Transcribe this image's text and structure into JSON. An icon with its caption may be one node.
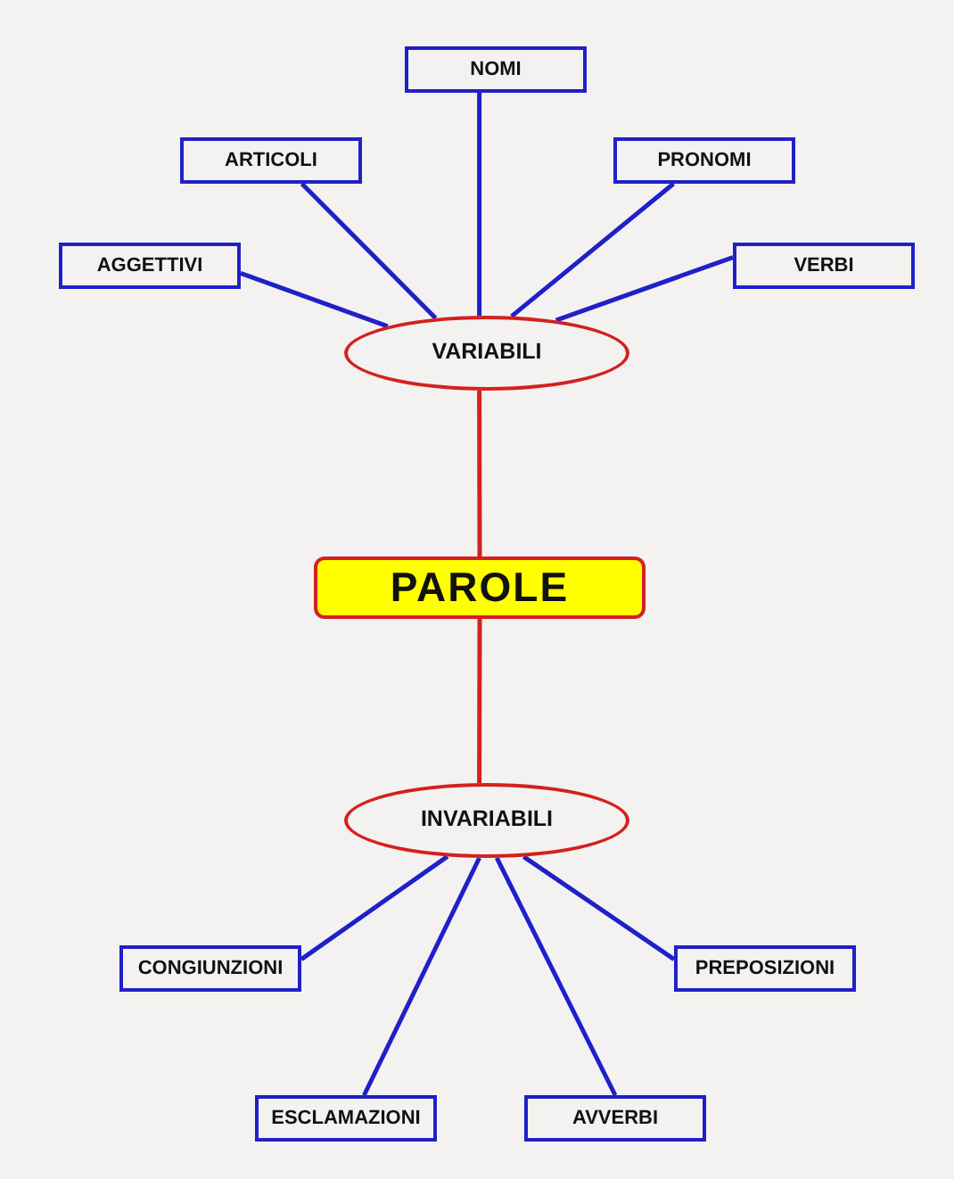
{
  "diagram": {
    "nodes": [
      {
        "text": [
          "NOMI"
        ]
      },
      {
        "text": [
          "ARTICOLI"
        ]
      },
      {
        "text": [
          "PRONOMI"
        ]
      },
      {
        "text": [
          "AGGETTIVI"
        ]
      },
      {
        "text": [
          "VERBI"
        ]
      },
      {
        "text": [
          "VARIABILI"
        ]
      },
      {
        "text": [
          "PAROLE"
        ]
      },
      {
        "text": [
          "INVARIABILI"
        ]
      },
      {
        "text": [
          "CONGIUNZIONI"
        ]
      },
      {
        "text": [
          "PREPOSIZIONI"
        ]
      },
      {
        "text": [
          "ESCLAMAZIONI"
        ]
      },
      {
        "text": [
          "AVVERBI"
        ]
      }
    ],
    "edges": [
      {
        "from": 6,
        "to": 5,
        "arrow": "none",
        "color": "#d42020"
      },
      {
        "from": 6,
        "to": 7,
        "arrow": "none",
        "color": "#d42020"
      },
      {
        "from": 5,
        "to": 3,
        "arrow": "none"
      },
      {
        "from": 5,
        "to": 1,
        "arrow": "none"
      },
      {
        "from": 5,
        "to": 0,
        "arrow": "none"
      },
      {
        "from": 5,
        "to": 2,
        "arrow": "none"
      },
      {
        "from": 5,
        "to": 4,
        "arrow": "none"
      },
      {
        "from": 7,
        "to": 8,
        "arrow": "none"
      },
      {
        "from": 7,
        "to": 10,
        "arrow": "none"
      },
      {
        "from": 7,
        "to": 11,
        "arrow": "none"
      },
      {
        "from": 7,
        "to": 9,
        "arrow": "none"
      }
    ]
  }
}
